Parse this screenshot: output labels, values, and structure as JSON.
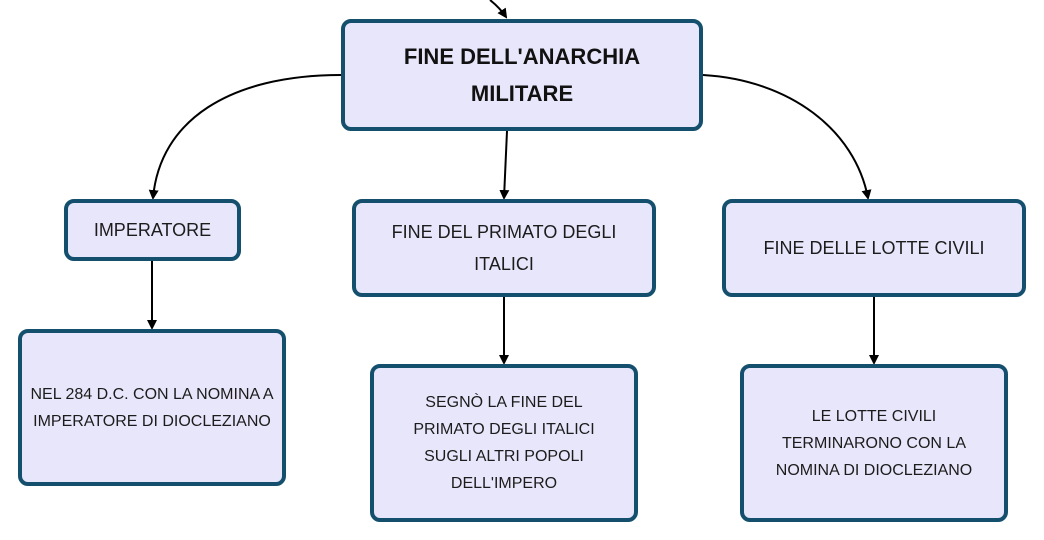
{
  "colors": {
    "node_fill": "#e8e6fb",
    "node_border": "#14506e",
    "connector": "#000000"
  },
  "nodes": {
    "root": "FINE DELL'ANARCHIA MILITARE",
    "imperatore": "IMPERATORE",
    "fine_primato": "FINE DEL PRIMATO DEGLI ITALICI",
    "fine_lotte": "FINE DELLE LOTTE CIVILI",
    "detail_imperatore": "NEL 284 D.C. CON LA NOMINA A IMPERATORE DI DIOCLEZIANO",
    "detail_primato": "SEGNÒ LA FINE DEL PRIMATO DEGLI ITALICI SUGLI ALTRI POPOLI DELL'IMPERO",
    "detail_lotte": "LE LOTTE CIVILI TERMINARONO CON LA NOMINA DI DIOCLEZIANO"
  }
}
